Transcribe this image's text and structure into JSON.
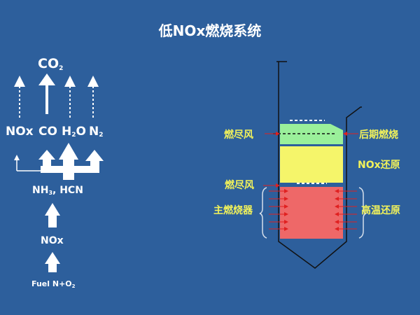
{
  "title": "低NOx燃烧系统",
  "left": {
    "top_label": "CO",
    "top_label_sub": "2",
    "species": [
      {
        "base": "NOx",
        "sub": ""
      },
      {
        "base": "CO",
        "sub": ""
      },
      {
        "base": "H",
        "sub": "2",
        "tail": "O"
      },
      {
        "base": "N",
        "sub": "2"
      }
    ],
    "nh3_hcn": {
      "a": "NH",
      "sub": "3",
      "b": ", HCN"
    },
    "nox": "NOx",
    "fuel": {
      "a": "Fuel N+O",
      "sub": "2"
    }
  },
  "right": {
    "left_labels": {
      "burnout_air_top": "燃尽风",
      "burnout_air_mid": "燃尽风",
      "main_burner": "主燃烧器"
    },
    "right_labels": {
      "late_combustion": "后期燃烧",
      "nox_reduction": "NOx还原",
      "high_temp_reduction": "高温还原"
    }
  },
  "colors": {
    "background": "#2d5f9c",
    "zone_late": "#9af09a",
    "zone_reduction": "#f5f56a",
    "zone_main": "#ee6868",
    "arrow_red": "#e02020",
    "label_yellow": "#f2f25a"
  }
}
